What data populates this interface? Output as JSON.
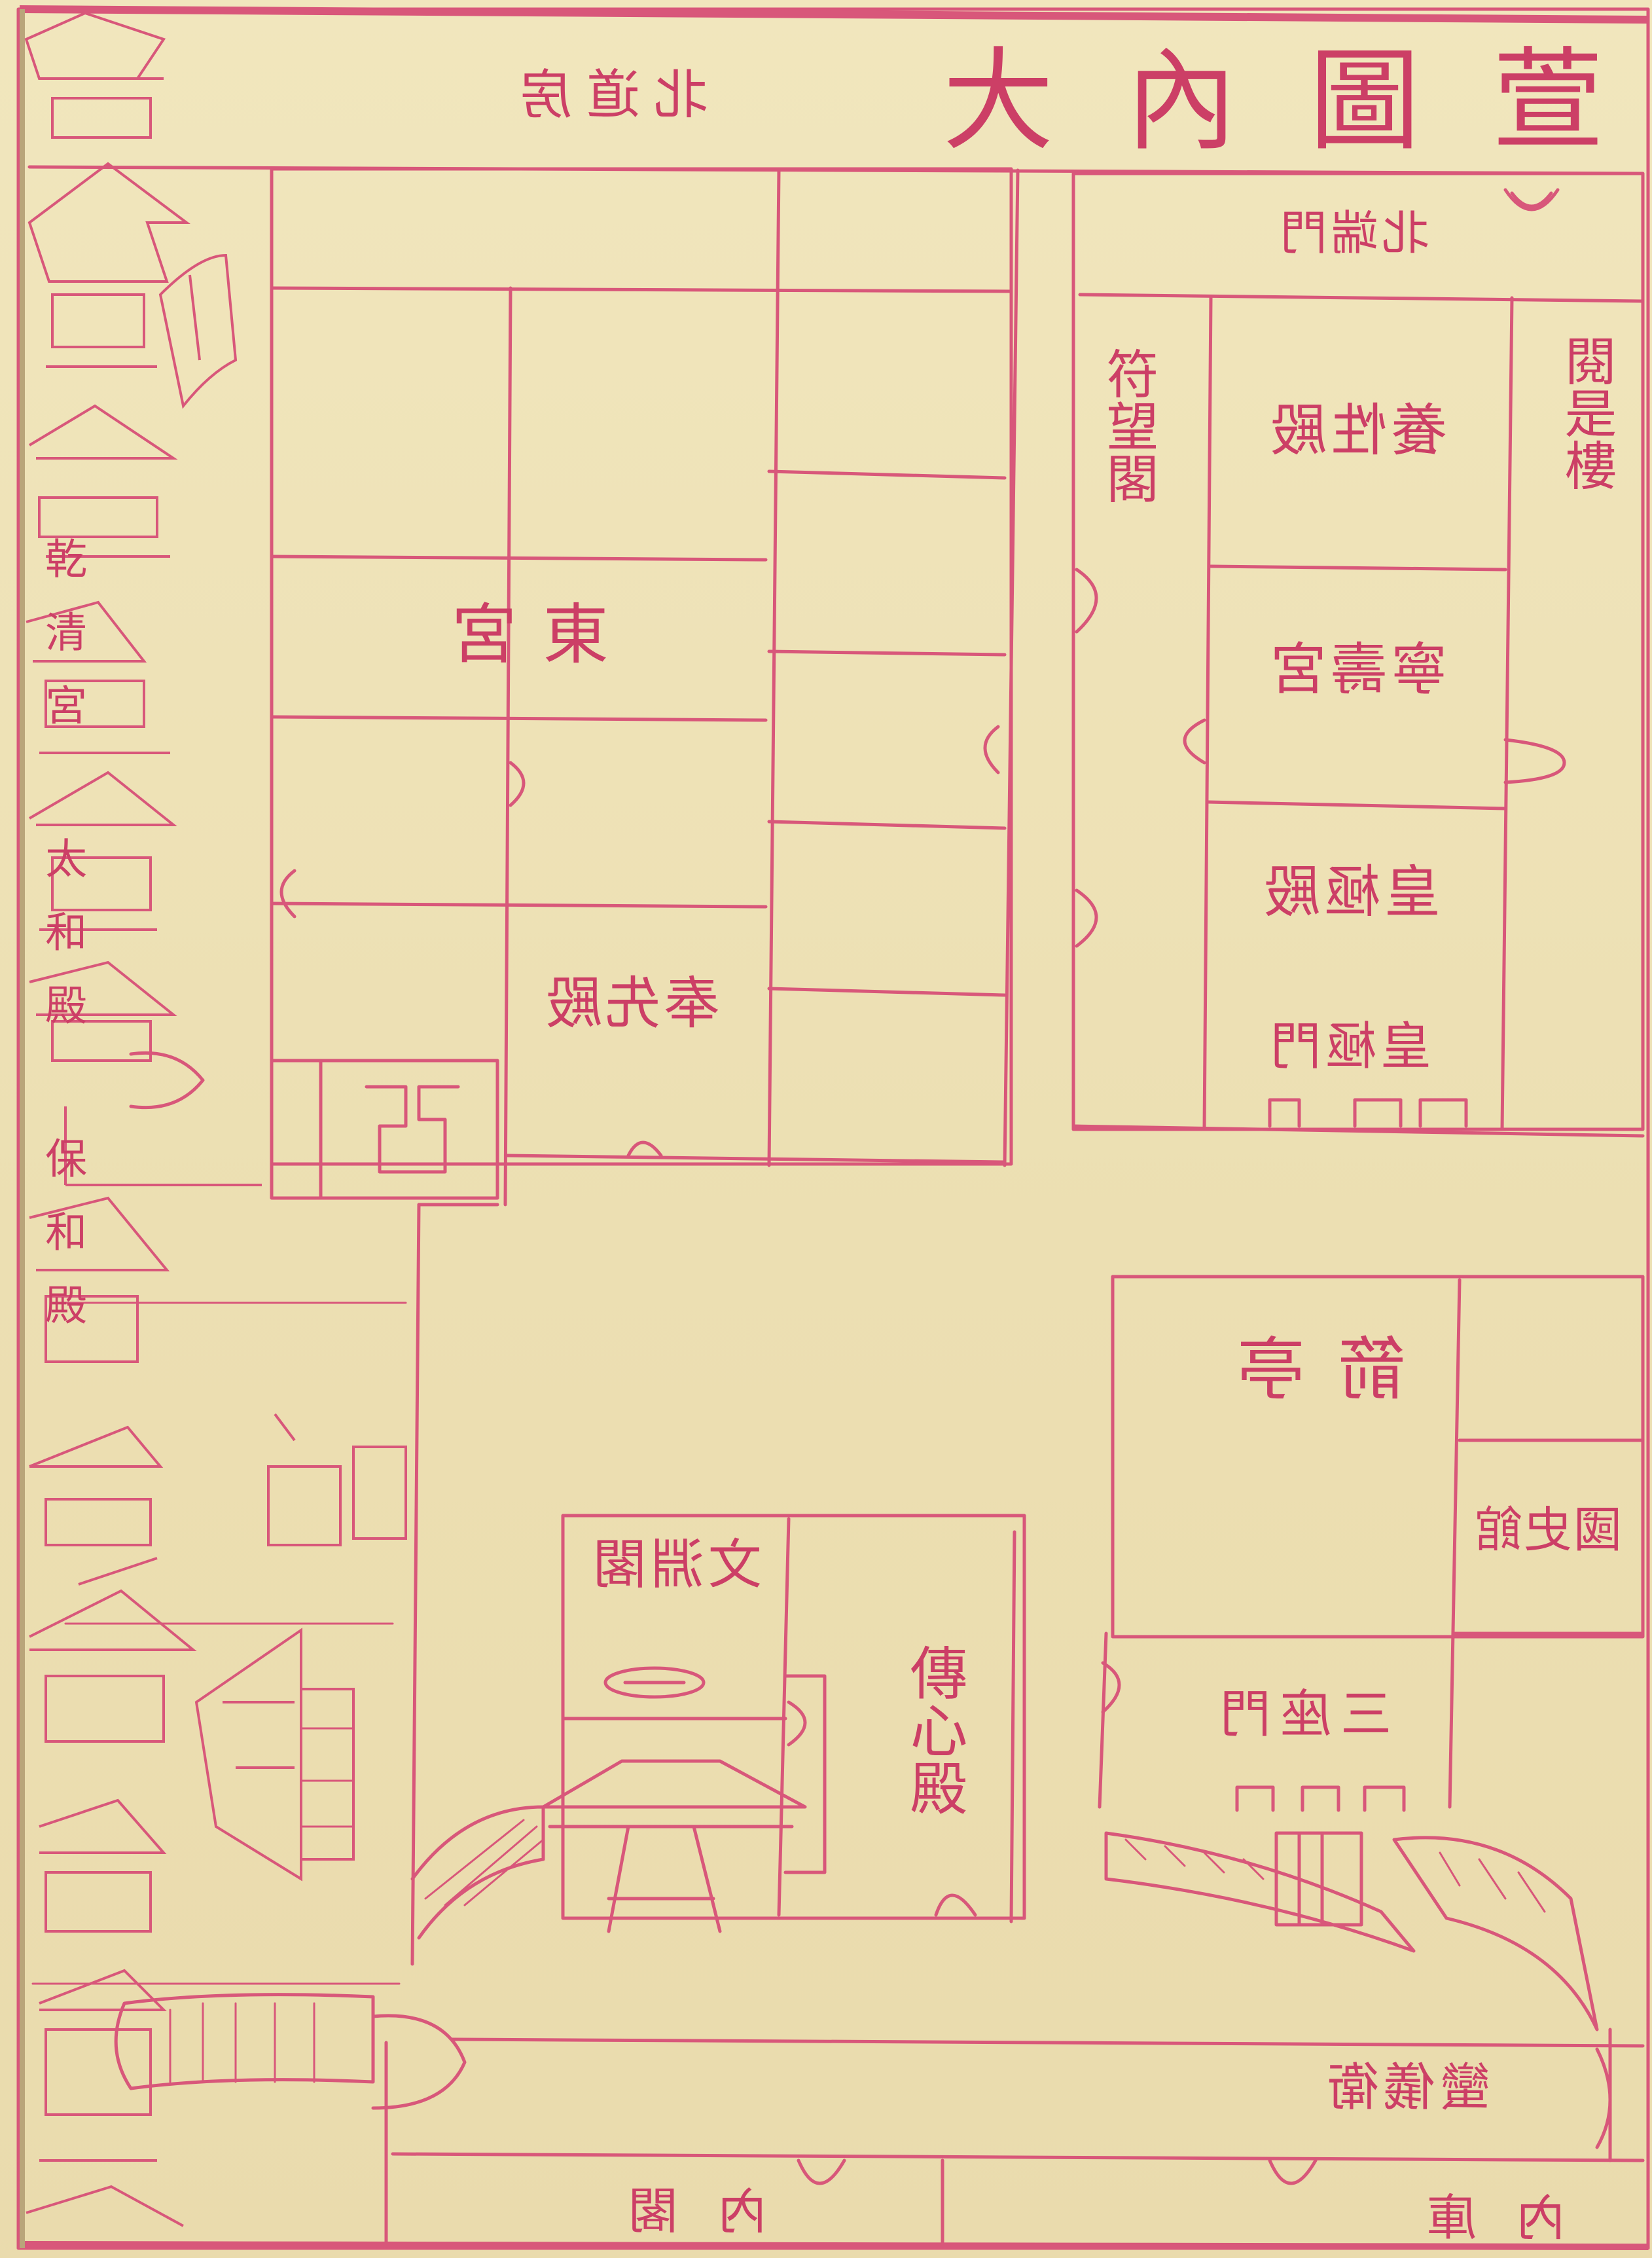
{
  "map": {
    "title": "大內圖萱",
    "accent_color": "#d8577a",
    "paper_color": "#efe3b8",
    "labels": {
      "north_top_left": "北道房",
      "top_right_mirrored": "北端門",
      "donggong": "東宮",
      "fengxiandian": "奉先殿",
      "fuwangge": "符望閣",
      "yangxingdian": "養性殿",
      "ningshougong": "寧壽宮",
      "huangjidian": "皇極殿",
      "huangjimen": "皇極門",
      "louge": "閱是樓",
      "jianting": "箭亭",
      "wenyuange": "文淵閣",
      "chuanxindian": "傳心殿",
      "guoshiguan": "國史館",
      "sanzuomen": "三座門",
      "neige_bottom": "內閣",
      "neiku_bottom": "內庫",
      "bottom_right_mirrored": "蠻儀衛",
      "left_margin": "乾清宮 太和殿 保和殿"
    }
  }
}
